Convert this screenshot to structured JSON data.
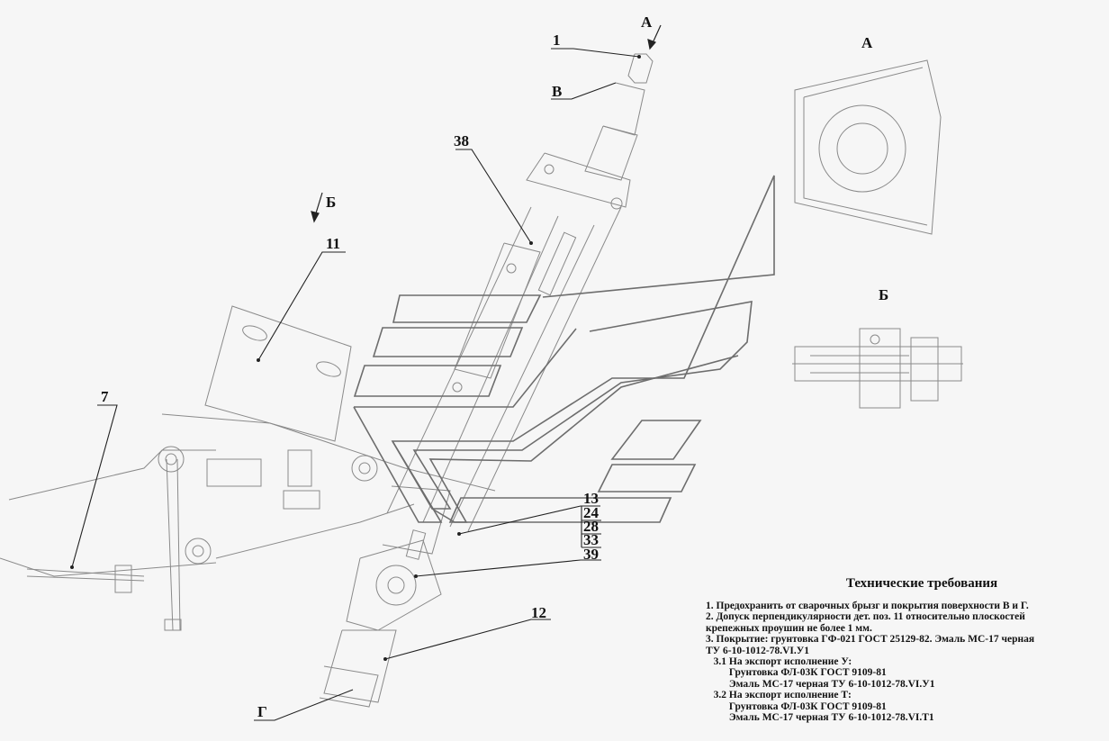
{
  "labels": {
    "pos_1": "1",
    "view_a_arrow": "А",
    "surface_v": "В",
    "pos_38": "38",
    "view_b_arrow": "Б",
    "pos_11": "11",
    "pos_7": "7",
    "pos_13": "13",
    "pos_24": "24",
    "pos_28": "28",
    "pos_33": "33",
    "pos_39": "39",
    "pos_12": "12",
    "surface_g": "Г",
    "view_a_title": "А",
    "view_b_title": "Б"
  },
  "requirements": {
    "title": "Технические требования",
    "lines": [
      "1. Предохранить от сварочных брызг и покрытия поверхности В и Г.",
      "2. Допуск перпендикулярности дет. поз. 11 относительно плоскостей",
      "крепежных проушин не более 1 мм.",
      "3. Покрытие: грунтовка ГФ-021 ГОСТ 25129-82. Эмаль МС-17 черная",
      "ТУ 6-10-1012-78.VI.У1",
      "   3.1 На экспорт исполнение У:",
      "         Грунтовка ФЛ-03К ГОСТ 9109-81",
      "         Эмаль МС-17 черная ТУ 6-10-1012-78.VI.У1",
      "   3.2 На экспорт исполнение Т:",
      "         Грунтовка ФЛ-03К ГОСТ 9109-81",
      "         Эмаль МС-17 черная ТУ 6-10-1012-78.VI.Т1"
    ]
  },
  "colors": {
    "line": "#8a8a8a",
    "leader": "#222222",
    "callout": "#444444",
    "background": "#f6f6f6"
  }
}
